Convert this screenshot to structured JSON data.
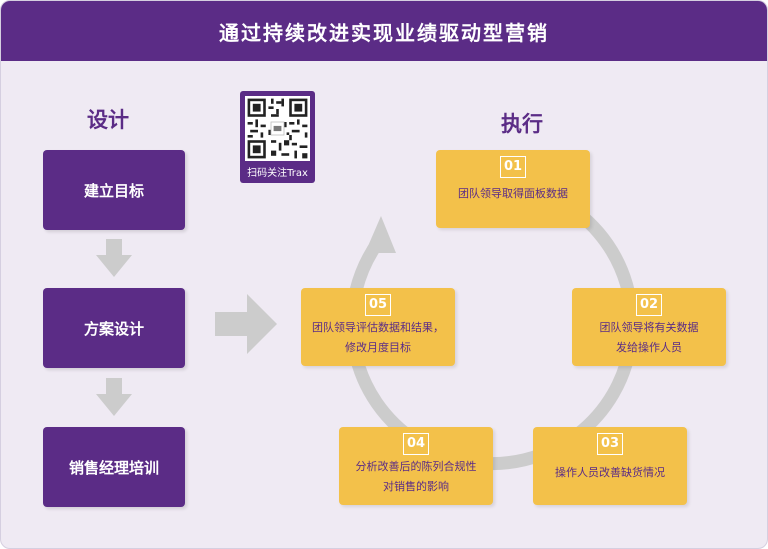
{
  "header": {
    "title": "通过持续改进实现业绩驱动型营销"
  },
  "left": {
    "label": "设计",
    "steps": [
      "建立目标",
      "方案设计",
      "销售经理培训"
    ]
  },
  "right": {
    "label": "执行"
  },
  "qr": {
    "caption": "扫码关注Trax"
  },
  "cards": [
    {
      "num": "01",
      "line1": "团队领导取得面板数据",
      "line2": ""
    },
    {
      "num": "02",
      "line1": "团队领导将有关数据",
      "line2": "发给操作人员"
    },
    {
      "num": "03",
      "line1": "操作人员改善缺货情况",
      "line2": ""
    },
    {
      "num": "04",
      "line1": "分析改善后的陈列合规性",
      "line2": "对销售的影响"
    },
    {
      "num": "05",
      "line1": "团队领导评估数据和结果，",
      "line2": "修改月度目标"
    }
  ],
  "colors": {
    "purple": "#5b2c86",
    "yellow": "#f3c14a",
    "arrow_gray": "#cccccc",
    "background": "#efeaf3"
  }
}
